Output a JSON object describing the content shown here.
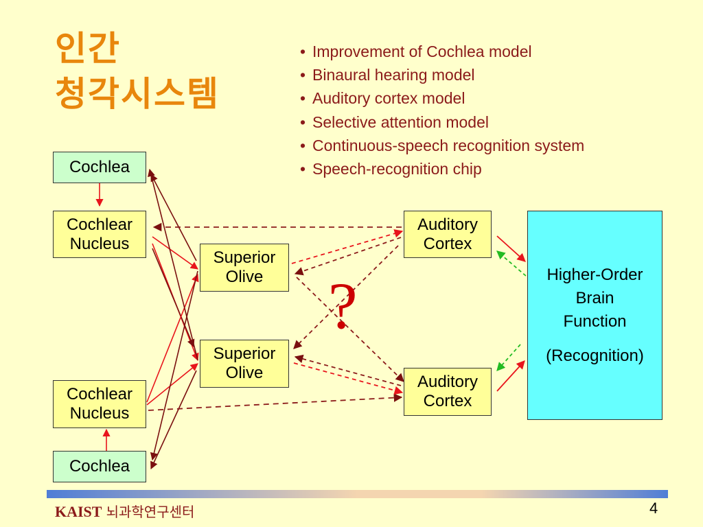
{
  "title": {
    "line1": "인간",
    "line2": "청각시스템"
  },
  "bullets": [
    "Improvement of Cochlea model",
    "Binaural hearing model",
    "Auditory cortex model",
    "Selective attention model",
    "Continuous-speech recognition system",
    "Speech-recognition chip"
  ],
  "diagram": {
    "cochlea_top": "Cochlea",
    "cochlear_nucleus_top": {
      "line1": "Cochlear",
      "line2": "Nucleus"
    },
    "superior_olive_top": {
      "line1": "Superior",
      "line2": "Olive"
    },
    "superior_olive_bottom": {
      "line1": "Superior",
      "line2": "Olive"
    },
    "cochlear_nucleus_bottom": {
      "line1": "Cochlear",
      "line2": "Nucleus"
    },
    "cochlea_bottom": "Cochlea",
    "auditory_cortex_top": {
      "line1": "Auditory",
      "line2": "Cortex"
    },
    "auditory_cortex_bottom": {
      "line1": "Auditory",
      "line2": "Cortex"
    },
    "higher_order": {
      "line1": "Higher-Order",
      "line2": "Brain",
      "line3": "Function",
      "line4": "(Recognition)"
    },
    "question_mark": "?"
  },
  "colors": {
    "title": "#e8860c",
    "bullet_text": "#8b1a1a",
    "arrow_red": "#e8141c",
    "arrow_dark": "#7a0f0f",
    "arrow_green": "#22bb22",
    "box_green": "#ccffcc",
    "box_yellow": "#ffff99",
    "box_cyan": "#66ffff"
  },
  "footer": {
    "org": "KAIST",
    "center": "뇌과학연구센터",
    "page": "4"
  }
}
